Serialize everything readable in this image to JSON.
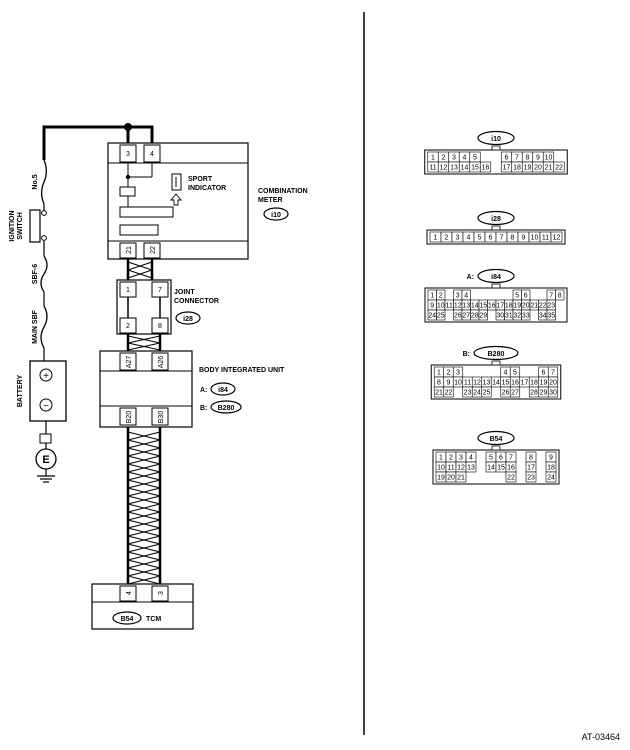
{
  "power": {
    "fuse_no5": "No.5",
    "ignition_switch": [
      "IGNITION",
      "SWITCH"
    ],
    "fuse_sbf6": "SBF-6",
    "main_sbf": "MAIN SBF",
    "battery": "BATTERY",
    "plus": "+",
    "minus": "−",
    "ground_symbol": "E"
  },
  "combination_meter": {
    "name_lines": [
      "COMBINATION",
      "METER"
    ],
    "connector": "i10",
    "top_pins": [
      "3",
      "4"
    ],
    "bottom_pins": [
      "21",
      "22"
    ],
    "indicator_lines": [
      "SPORT",
      "INDICATOR"
    ]
  },
  "joint_connector": {
    "name_lines": [
      "JOINT",
      "CONNECTOR"
    ],
    "connector": "i28",
    "pins_upper": [
      "1",
      "7"
    ],
    "pins_lower": [
      "2",
      "8"
    ]
  },
  "body_integrated_unit": {
    "name": "BODY INTEGRATED UNIT",
    "top_pins": [
      "A27",
      "A26"
    ],
    "bottom_pins": [
      "B20",
      "B30"
    ],
    "refs": [
      {
        "prefix": "A:",
        "connector": "i84"
      },
      {
        "prefix": "B:",
        "connector": "B280"
      }
    ]
  },
  "tcm": {
    "name": "TCM",
    "connector": "B54",
    "pins": [
      "4",
      "3"
    ]
  },
  "connector_views": [
    {
      "label": "i10",
      "prefix": "",
      "rows": [
        [
          "1",
          "2",
          "3",
          "4",
          "5",
          "",
          "",
          "6",
          "7",
          "8",
          "9",
          "10"
        ],
        [
          "11",
          "12",
          "13",
          "14",
          "15",
          "16",
          "",
          "17",
          "18",
          "19",
          "20",
          "21",
          "22"
        ]
      ]
    },
    {
      "label": "i28",
      "prefix": "",
      "rows": [
        [
          "1",
          "2",
          "3",
          "4",
          "5",
          "6",
          "7",
          "8",
          "9",
          "10",
          "11",
          "12"
        ]
      ]
    },
    {
      "label": "i84",
      "prefix": "A:",
      "rows": [
        [
          "1",
          "2",
          "",
          "3",
          "4",
          "",
          "",
          "",
          "",
          "",
          "5",
          "6",
          "",
          "",
          "7",
          "8"
        ],
        [
          "9",
          "10",
          "11",
          "12",
          "13",
          "14",
          "15",
          "16",
          "17",
          "18",
          "19",
          "20",
          "21",
          "22",
          "23"
        ],
        [
          "24",
          "25",
          "",
          "26",
          "27",
          "28",
          "29",
          "",
          "30",
          "31",
          "32",
          "33",
          "",
          "34",
          "35"
        ]
      ]
    },
    {
      "label": "B280",
      "prefix": "B:",
      "rows": [
        [
          "1",
          "2",
          "3",
          "",
          "",
          "",
          "",
          "4",
          "5",
          "",
          "",
          "6",
          "7"
        ],
        [
          "8",
          "9",
          "10",
          "11",
          "12",
          "13",
          "14",
          "15",
          "16",
          "17",
          "18",
          "19",
          "20"
        ],
        [
          "21",
          "22",
          "",
          "23",
          "24",
          "25",
          "",
          "26",
          "27",
          "",
          "28",
          "29",
          "30"
        ]
      ]
    },
    {
      "label": "B54",
      "prefix": "",
      "rows": [
        [
          "1",
          "2",
          "3",
          "4",
          "",
          "5",
          "6",
          "7",
          "",
          "8",
          "",
          "9"
        ],
        [
          "10",
          "11",
          "12",
          "13",
          "",
          "14",
          "15",
          "16",
          "",
          "17",
          "",
          "18"
        ],
        [
          "19",
          "20",
          "21",
          "",
          "",
          "",
          "",
          "22",
          "",
          "23",
          "",
          "24"
        ]
      ]
    }
  ],
  "figure_id": "AT-03464"
}
